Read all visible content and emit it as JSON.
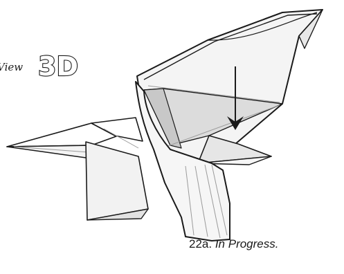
{
  "view_label": {
    "prefix": "View",
    "mark": "3D"
  },
  "caption": {
    "step": "22a.",
    "title": "In Progress."
  },
  "colors": {
    "outline": "#1a1a1a",
    "paper_white": "#ffffff",
    "paper_light": "#f2f2f2",
    "paper_mid": "#e2e2e2",
    "paper_shade": "#cdcdcd",
    "crease": "#9a9a9a"
  }
}
